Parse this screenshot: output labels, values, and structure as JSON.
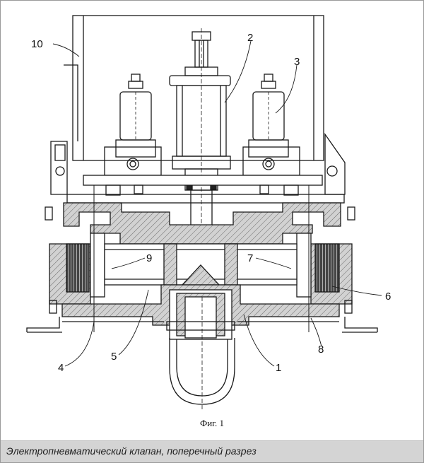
{
  "figure": {
    "label": "Фиг. 1",
    "caption": "Электропневматический клапан, поперечный разрез"
  },
  "callouts": [
    {
      "id": "10",
      "text": "10"
    },
    {
      "id": "2",
      "text": "2"
    },
    {
      "id": "3",
      "text": "3"
    },
    {
      "id": "9",
      "text": "9"
    },
    {
      "id": "7",
      "text": "7"
    },
    {
      "id": "6",
      "text": "6"
    },
    {
      "id": "8",
      "text": "8"
    },
    {
      "id": "4",
      "text": "4"
    },
    {
      "id": "5",
      "text": "5"
    },
    {
      "id": "1",
      "text": "1"
    }
  ],
  "colors": {
    "line": "#1a1a1a",
    "hatch_fill": "#cfcfcf",
    "caption_bar": "#d4d4d4"
  }
}
